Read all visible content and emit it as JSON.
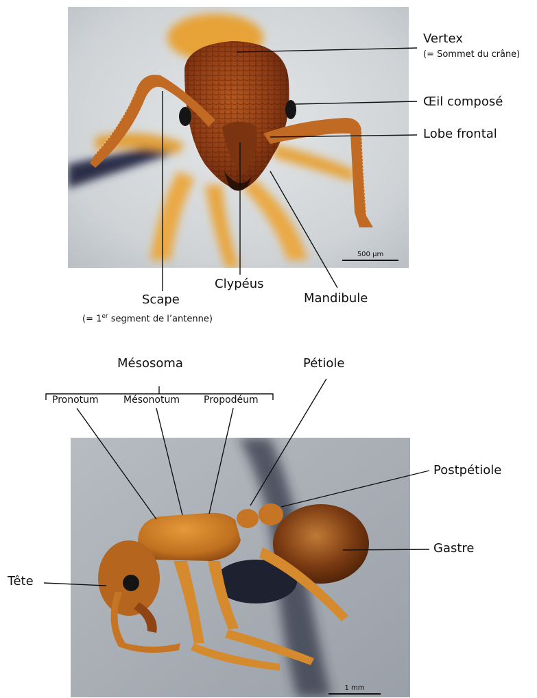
{
  "head_view": {
    "scale_bar": "500 µm",
    "labels": {
      "vertex": "Vertex",
      "vertex_note": "(= Sommet du crâne)",
      "oeil": "Œil composé",
      "lobe": "Lobe frontal",
      "scape": "Scape",
      "scape_note_prefix": "(= 1",
      "scape_note_sup": "er",
      "scape_note_suffix": " segment de l’antenne)",
      "clypeus": "Clypéus",
      "mandibule": "Mandibule"
    }
  },
  "body_view": {
    "scale_bar": "1 mm",
    "labels": {
      "mesosoma": "Mésosoma",
      "pronotum": "Pronotum",
      "mesonotum": "Mésonotum",
      "propodeum": "Propodéum",
      "petiole": "Pétiole",
      "postpetiole": "Postpétiole",
      "gastre": "Gastre",
      "tete": "Tête"
    }
  },
  "colors": {
    "ant": "#c8791e",
    "ant_dark": "#8a3e12",
    "background_top": "#d3d7da",
    "background_bottom": "#a9afb6"
  }
}
